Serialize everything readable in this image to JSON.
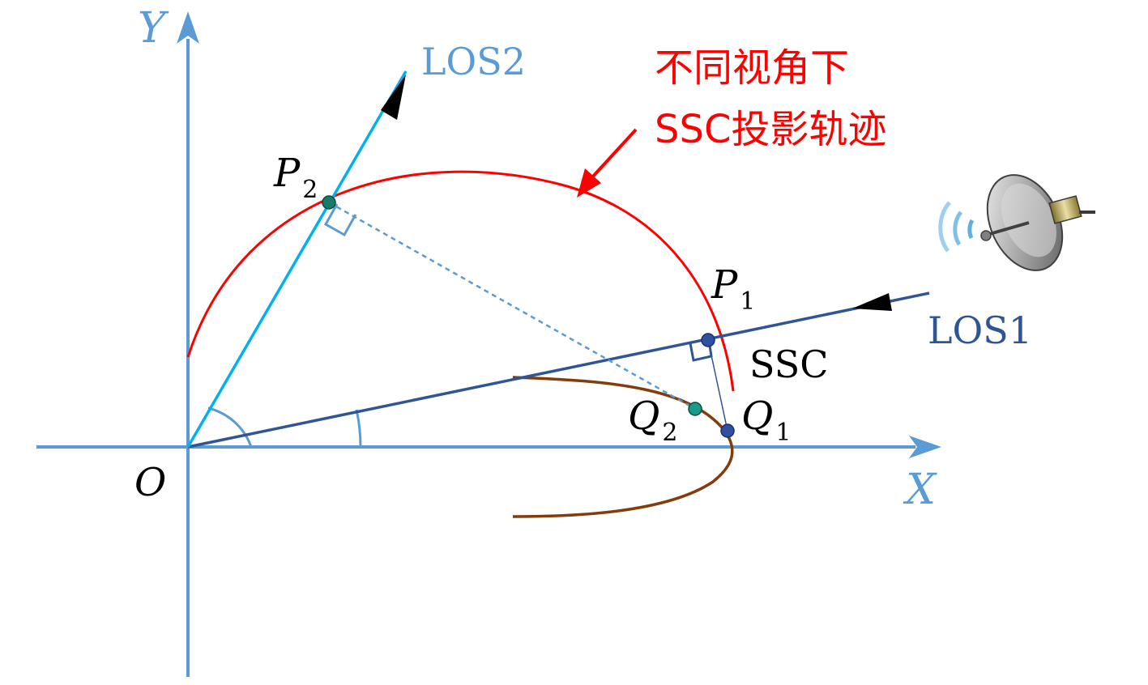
{
  "axes": {
    "x_label": "X",
    "y_label": "Y",
    "origin_label": "O"
  },
  "lines": {
    "los1_label": "LOS1",
    "los2_label": "LOS2"
  },
  "points": {
    "p1_main": "P",
    "p1_sub": "1",
    "p2_main": "P",
    "p2_sub": "2",
    "q1_main": "Q",
    "q1_sub": "1",
    "q2_main": "Q",
    "q2_sub": "2"
  },
  "ssc_label": "SSC",
  "annotation": {
    "line1": "不同视角下",
    "line2": "SSC投影轨迹"
  },
  "colors": {
    "axis": "#5b9bd5",
    "los1": "#2f5597",
    "los2": "#00b0f0",
    "projection_arc": "#ff0000",
    "ssc_curve": "#843c0c",
    "point_teal": "#1a7a6a",
    "point_blue": "#2f4fa0",
    "annotation_text": "#ff0000"
  },
  "icons": {
    "radar": "radar-dish-icon"
  }
}
